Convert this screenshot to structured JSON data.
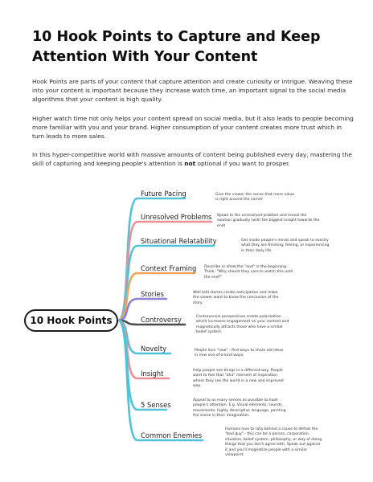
{
  "title": "10 Hook Points to Capture and Keep Attention With Your Content",
  "paragraphs": {
    "p1": "Hook Points are parts of your content that capture attention and  create curiosity or intrigue. Weaving these into your content is  important because they increase watch time, an important signal to the social media algorithms that your content is high quality.",
    "p2": "Higher watch time not only helps your content spread on social  media, but it also leads to people becoming more familiar with  you and your brand. Higher consumption of your content creates more trust which in turn leads to more sales.",
    "p3_before": "In this hyper-competitive world with massive amounts of content  being published every day, mastering the skill of capturing and  keeping people's attention is ",
    "p3_bold": "not",
    "p3_after": " optional if you want to prosper."
  },
  "hub": {
    "label": "10 Hook Points"
  },
  "branches": [
    {
      "label": "Future Pacing",
      "color": "#4ec3d9",
      "description": "Give the viewer the sense that more value is right around the corner."
    },
    {
      "label": "Unresolved Problems",
      "color": "#ee8f96",
      "description": "Speak to the unresolved problem and reveal the solution gradually (with the biggest insight towards the end)"
    },
    {
      "label": "Situational Relatability",
      "color": "#4ec3d9",
      "description": "Get inside people's minds and speak to exactly what they are thinking, feeling, or experiencing in their daily life."
    },
    {
      "label": "Context Framing",
      "color": "#f4a35c",
      "description": "Describe or show the \"end\" in the beginning. Think: \"Why should they care to watch this until the end?\""
    },
    {
      "label": "Stories",
      "color": "#8b7fd6",
      "description": "Well told stories create anticipation and make the viewer want to know the conclusion of the story."
    },
    {
      "label": "Controversy",
      "color": "#4a4a4a",
      "description": "Controversial perspectives create polarization which increases engagement on your content and magnetically attracts those who have a similar belief system."
    },
    {
      "label": "Novelty",
      "color": "#4ec3d9",
      "description": "People love \"new\" - find ways to share old ideas in new one-of-a-kind ways."
    },
    {
      "label": "Insight",
      "color": "#ee8f96",
      "description": "Help people see things in a different way. People want to feel that \"aha\" moment of inspiration where they see the world in a new and improved way."
    },
    {
      "label": "5 Senses",
      "color": "#4ec3d9",
      "description": "Appeal to as many senses as possible to hook people's attention. E.g. Visual elements, sounds, movements, highly descriptive language, painting the scene in their imagination."
    },
    {
      "label": "Common Enemies",
      "color": "#4ec3d9",
      "description": "Humans love to rally behind a cause to defeat the \"bad guy\" - this can be a person, corporation, situation, belief system, philosophy, or way of doing things that you don't agree with. Speak out against it and you'll magnetize people with a similar viewpoint."
    }
  ]
}
